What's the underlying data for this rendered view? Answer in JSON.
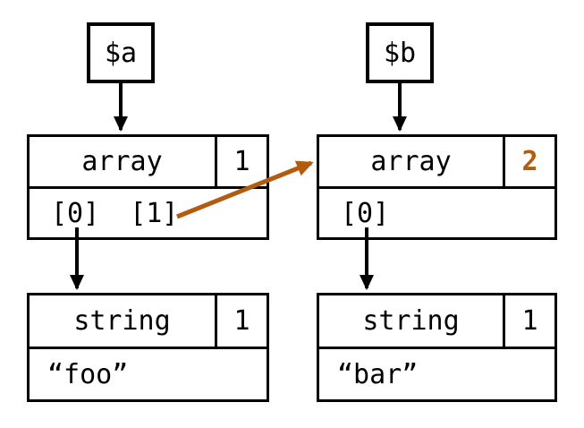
{
  "diagram": {
    "variables": [
      {
        "name": "$a"
      },
      {
        "name": "$b"
      }
    ],
    "nodes": {
      "array_a": {
        "type": "array",
        "refcount": "1",
        "keys": [
          "[0]",
          "[1]"
        ]
      },
      "array_b": {
        "type": "array",
        "refcount": "2",
        "keys": [
          "[0]"
        ]
      },
      "string_foo": {
        "type": "string",
        "refcount": "1",
        "value": "“foo”"
      },
      "string_bar": {
        "type": "string",
        "refcount": "1",
        "value": "“bar”"
      }
    },
    "edges": [
      {
        "from": "$a",
        "to": "array_a",
        "color": "black"
      },
      {
        "from": "$b",
        "to": "array_b",
        "color": "black"
      },
      {
        "from": "array_a.[0]",
        "to": "string_foo",
        "color": "black"
      },
      {
        "from": "array_a.[1]",
        "to": "array_b",
        "color": "orange"
      },
      {
        "from": "array_b.[0]",
        "to": "string_bar",
        "color": "black"
      }
    ],
    "colors": {
      "accent": "#b25c10",
      "line": "#000000",
      "background": "#ffffff"
    }
  }
}
